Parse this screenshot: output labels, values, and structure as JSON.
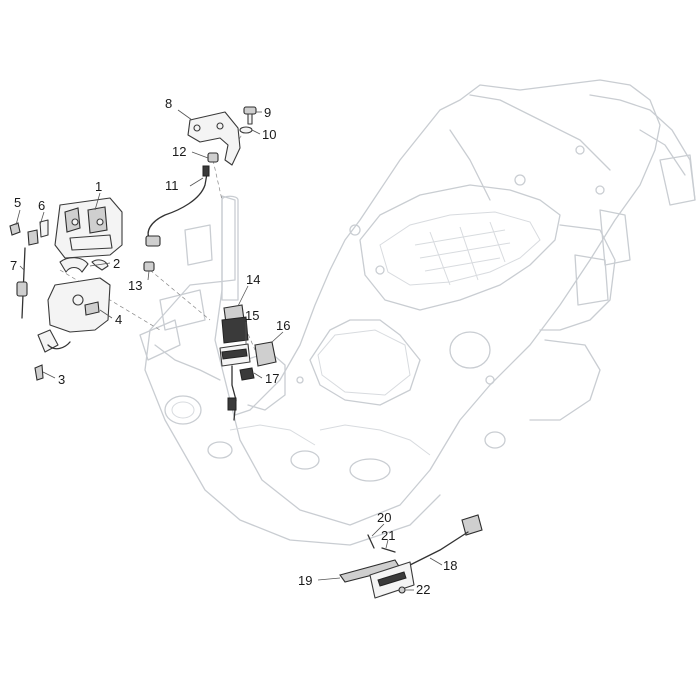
{
  "callouts": {
    "c1": "1",
    "c2": "2",
    "c3": "3",
    "c4": "4",
    "c5": "5",
    "c6": "6",
    "c7": "7",
    "c8": "8",
    "c9": "9",
    "c10": "10",
    "c11": "11",
    "c12": "12",
    "c13": "13",
    "c14": "14",
    "c15": "15",
    "c16": "16",
    "c17": "17",
    "c18": "18",
    "c19": "19",
    "c20": "20",
    "c21": "21",
    "c22": "22"
  },
  "colors": {
    "frame": "#c9cdd2",
    "parts": "#3a3a3a",
    "background": "#ffffff"
  }
}
